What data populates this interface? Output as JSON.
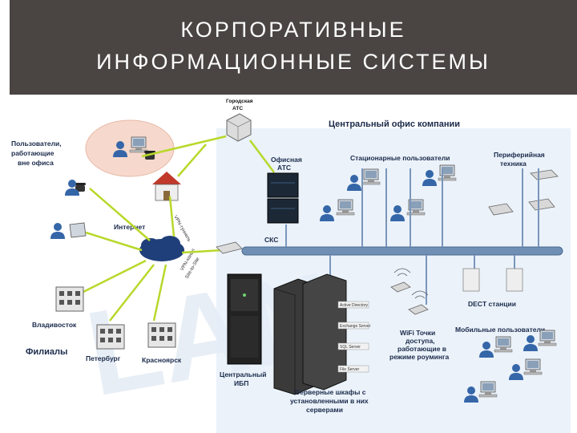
{
  "header": {
    "title_line1": "КОРПОРАТИВНЫЕ",
    "title_line2": "ИНФОРМАЦИОННЫЕ СИСТЕМЫ",
    "bg_color": "#4a4542"
  },
  "diagram": {
    "labels": {
      "city_pbx": [
        "Городская",
        "АТС"
      ],
      "remote_users": [
        "Пользователи,",
        "работающие",
        "вне офиса"
      ],
      "central_office": "Центральный офис компании",
      "office_pbx": [
        "Офисная",
        "АТС"
      ],
      "stationary_users": "Стационарные пользователи",
      "peripherals": [
        "Периферийная",
        "техника"
      ],
      "internet": "Интернет",
      "vpn_1": "VPN-туннель",
      "vpn_2": "VPN-канал",
      "vpn_3": "Site-to-Site",
      "scs": "СКС",
      "vladivostok": "Владивосток",
      "branches": "Филиалы",
      "petersburg": "Петербург",
      "krasnoyarsk": "Красноярск",
      "central_ups": [
        "Центральный",
        "ИБП"
      ],
      "server_racks": [
        "Серверные шкафы с",
        "установленными в них",
        "серверами"
      ],
      "wifi": [
        "WiFi Точки",
        "доступа,",
        "работающие в",
        "режиме роуминга"
      ],
      "dect": "DECT станции",
      "mobile_users": "Мобильные пользователи",
      "server_tags": [
        "Active Directory",
        "Exchange Server",
        "SQL Server",
        "File Server"
      ]
    },
    "colors": {
      "office_bg": "#e4eef8",
      "bus": "#6f8fb5",
      "lightning": "#b8d82a",
      "cloud": "#1f3f7a",
      "person": "#3566a8"
    }
  }
}
